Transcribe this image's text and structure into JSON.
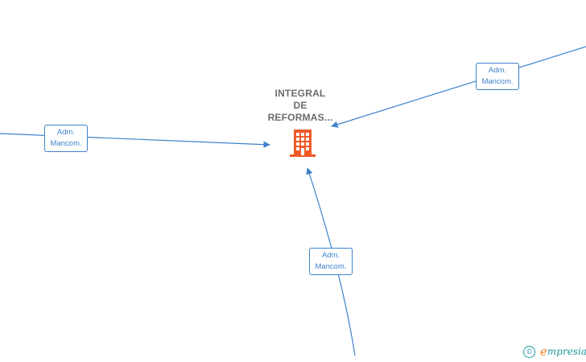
{
  "center_node": {
    "name_lines": [
      "INTEGRAL",
      "DE",
      "REFORMAS..."
    ],
    "icon": "building-icon",
    "color": "#f05a28"
  },
  "relations": [
    {
      "id": "left",
      "line1": "Adm.",
      "line2": "Mancom."
    },
    {
      "id": "top-right",
      "line1": "Adm.",
      "line2": "Mancom."
    },
    {
      "id": "bottom",
      "line1": "Adm.",
      "line2": "Mancom."
    }
  ],
  "colors": {
    "edge": "#3f82cc",
    "brand": "#1f9aa0",
    "brand_accent": "#f07b1d"
  },
  "brand": {
    "copyright_symbol": "©",
    "name_first": "e",
    "name_rest": "mpresia"
  }
}
